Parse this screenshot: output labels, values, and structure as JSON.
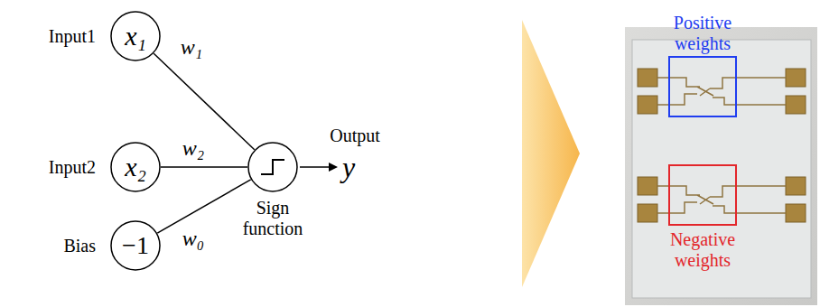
{
  "diagram": {
    "nodes": [
      {
        "text": [
          "Input1",
          "x₁"
        ]
      },
      {
        "text": [
          "Input2",
          "x₂"
        ]
      },
      {
        "text": [
          "Bias",
          "−1"
        ]
      },
      {
        "text": [
          "Sign function"
        ]
      },
      {
        "text": [
          "Positive weights"
        ]
      },
      {
        "text": [
          "Negative weights"
        ]
      }
    ],
    "edges": [
      {
        "from": 0,
        "to": 3,
        "label": "w₁",
        "arrow": "none"
      },
      {
        "from": 1,
        "to": 3,
        "label": "w₂",
        "arrow": "none"
      },
      {
        "from": 2,
        "to": 3,
        "label": "w₀",
        "arrow": "none"
      }
    ],
    "labels": [
      "Output",
      "y"
    ]
  }
}
